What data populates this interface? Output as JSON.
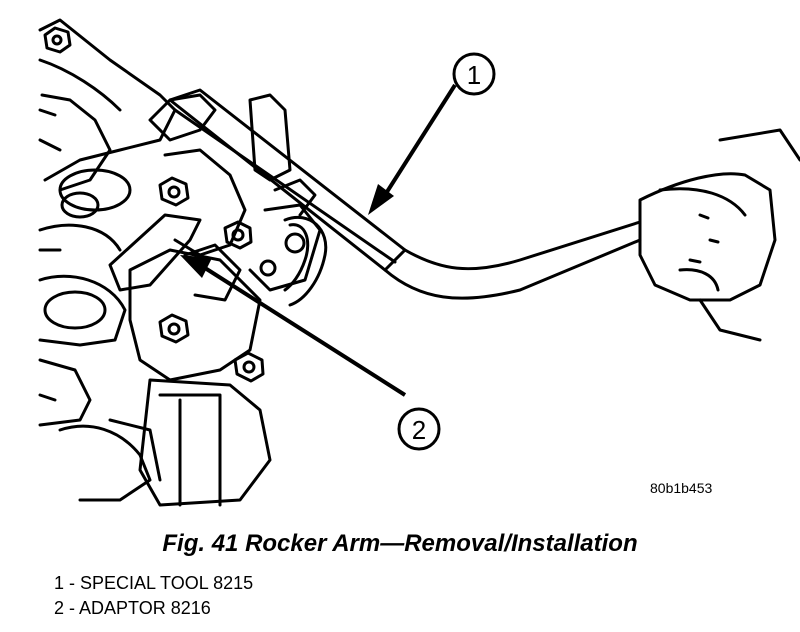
{
  "figure": {
    "image_code": "80b1b453",
    "caption": "Fig. 41 Rocker Arm—Removal/Installation",
    "callouts": [
      {
        "number": "1",
        "label": "SPECIAL TOOL 8215"
      },
      {
        "number": "2",
        "label": "ADAPTOR 8216"
      }
    ],
    "legend": [
      "1 - SPECIAL TOOL 8215",
      "2 - ADAPTOR 8216"
    ]
  }
}
